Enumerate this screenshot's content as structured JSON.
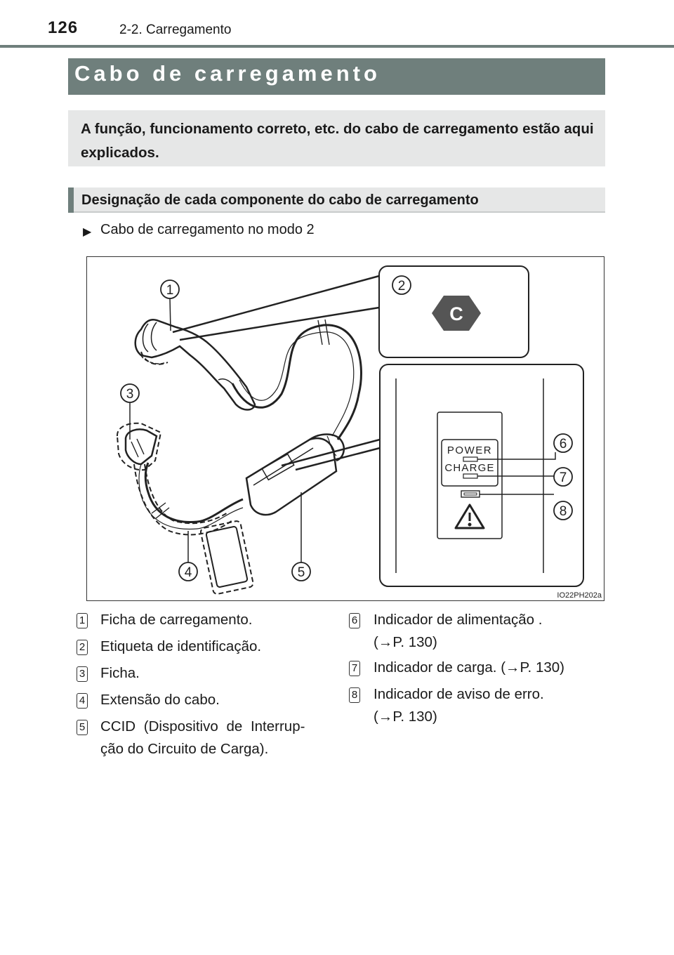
{
  "header": {
    "page_number": "126",
    "section": "2-2. Carregamento"
  },
  "title": "Cabo de carregamento",
  "intro": "A função, funcionamento correto, etc. do cabo de carregamento estão aqui explicados.",
  "subheading": "Designação de cada componente do cabo de carregamento",
  "bullet": {
    "icon": "triangle-right-icon",
    "text": "Cabo de carregamento no modo 2"
  },
  "figure": {
    "callouts": [
      "1",
      "2",
      "3",
      "4",
      "5",
      "6",
      "7",
      "8"
    ],
    "label_letter": "C",
    "panel_power": "POWER",
    "panel_charge": "CHARGE",
    "code": "IO22PH202a"
  },
  "legend": [
    {
      "num": "1",
      "lines": [
        "Ficha de carregamento."
      ]
    },
    {
      "num": "2",
      "lines": [
        "Etiqueta de identificação."
      ]
    },
    {
      "num": "3",
      "lines": [
        "Ficha."
      ]
    },
    {
      "num": "4",
      "lines": [
        "Extensão do cabo."
      ]
    },
    {
      "num": "5",
      "lines": [
        "CCID (Dispositivo de Interrup-",
        "ção do Circuito de Carga)."
      ]
    },
    {
      "num": "6",
      "lines": [
        "Indicador de alimentação .",
        "(→P. 130)"
      ]
    },
    {
      "num": "7",
      "lines": [
        "Indicador de carga. (→P. 130)"
      ]
    },
    {
      "num": "8",
      "lines": [
        "Indicador de aviso de erro.",
        "(→P. 130)"
      ]
    }
  ],
  "colors": {
    "accent": "#6f7f7c",
    "box_bg": "#e6e7e7"
  }
}
